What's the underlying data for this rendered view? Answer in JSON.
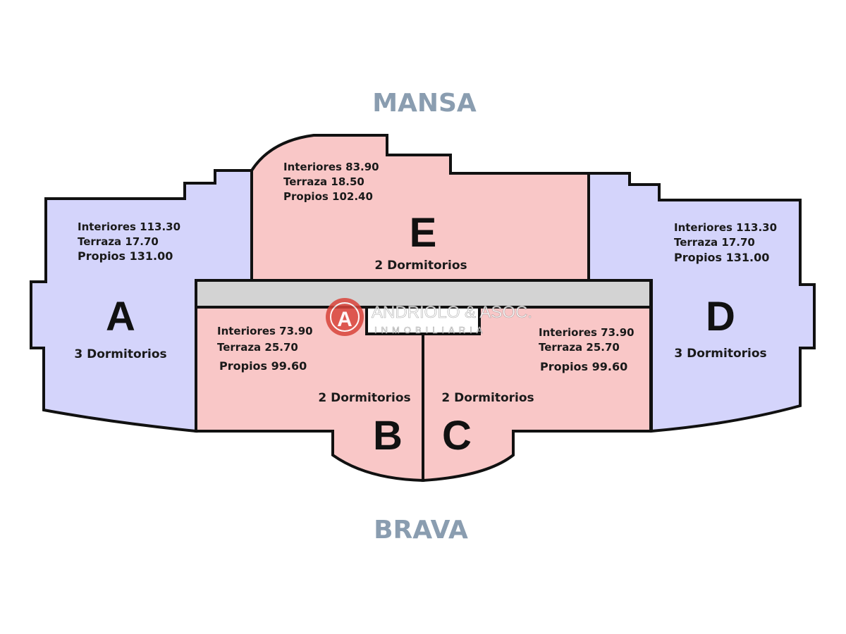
{
  "orientation": {
    "top": "MANSA",
    "bottom": "BRAVA"
  },
  "colors": {
    "blue_unit": "#d4d4fb",
    "pink_unit": "#f9c7c7",
    "corridor": "#d3d3d3",
    "wall": "#111111",
    "orientation_text": "#8a9db0",
    "watermark_red": "#d9443b"
  },
  "units": {
    "A": {
      "letter": "A",
      "interiores": "Interiores 113.30",
      "terraza": "Terraza 17.70",
      "propios": "Propios 131.00",
      "dormitorios": "3 Dormitorios"
    },
    "B": {
      "letter": "B",
      "interiores": "Interiores 73.90",
      "terraza": "Terraza 25.70",
      "propios": "Propios 99.60",
      "dormitorios": "2 Dormitorios"
    },
    "C": {
      "letter": "C",
      "interiores": "Interiores 73.90",
      "terraza": "Terraza 25.70",
      "propios": "Propios 99.60",
      "dormitorios": "2 Dormitorios"
    },
    "D": {
      "letter": "D",
      "interiores": "Interiores 113.30",
      "terraza": "Terraza 17.70",
      "propios": "Propios 131.00",
      "dormitorios": "3 Dormitorios"
    },
    "E": {
      "letter": "E",
      "interiores": "Interiores 83.90",
      "terraza": "Terraza 18.50",
      "propios": "Propios 102.40",
      "dormitorios": "2 Dormitorios"
    }
  },
  "watermark": {
    "name": "ANDRIOLO & ASOC.",
    "subtitle": "INMOBILIARIA",
    "logo_letter": "A"
  }
}
